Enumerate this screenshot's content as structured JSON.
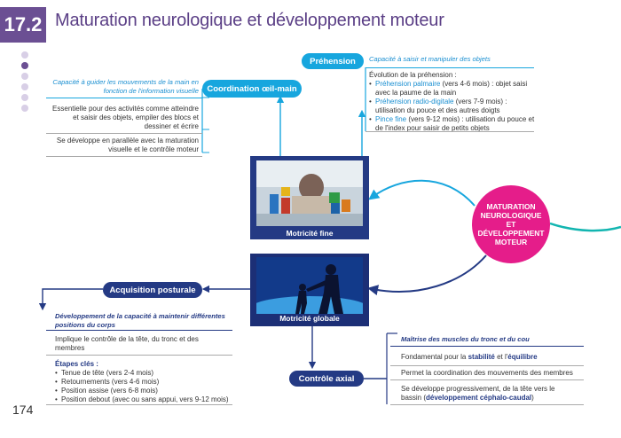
{
  "header": {
    "section_number": "17.2",
    "title": "Maturation neurologique et développement moteur"
  },
  "page_number": "174",
  "center_node": {
    "lines": [
      "MATURATION",
      "NEUROLOGIQUE",
      "ET",
      "DÉVELOPPEMENT",
      "MOTEUR"
    ]
  },
  "fine_motor": {
    "caption": "Motricité fine",
    "photo_icon": "child-stacking-blocks-photo"
  },
  "gross_motor": {
    "caption": "Motricité globale",
    "photo_icon": "adult-child-silhouette-photo"
  },
  "coordination": {
    "label": "Coordination œil-main",
    "subtitle": "Capacité à guider les mouvements de la main en fonction de l'information visuelle",
    "text1": "Essentielle pour des activités comme atteindre et saisir des objets, empiler des blocs et dessiner et écrire",
    "text2": "Se développe en parallèle avec la maturation visuelle et le contrôle moteur"
  },
  "prehension": {
    "label": "Préhension",
    "subtitle": "Capacité à saisir et manipuler des objets",
    "intro": "Évolution de la préhension :",
    "items": [
      {
        "term": "Préhension palmaire",
        "rest": " (vers 4-6 mois) : objet saisi avec la paume de la main"
      },
      {
        "term": "Préhension radio-digitale",
        "rest": " (vers 7-9 mois) : utilisation du pouce et des autres doigts"
      },
      {
        "term": "Pince fine",
        "rest": " (vers 9-12 mois) : utilisation du pouce et de l'index pour saisir de petits objets"
      }
    ]
  },
  "posture": {
    "label": "Acquisition posturale",
    "subtitle": "Développement de la capacité à maintenir différentes positions du corps",
    "text1": "Implique le contrôle de la tête, du tronc et des membres",
    "steps_title": "Étapes clés :",
    "steps": [
      "Tenue de tête (vers 2-4 mois)",
      "Retournements (vers 4-6 mois)",
      "Position assise (vers 6-8 mois)",
      "Position debout (avec ou sans appui, vers 9-12 mois)"
    ]
  },
  "axial": {
    "label": "Contrôle axial",
    "subtitle": "Maîtrise des muscles du tronc et du cou",
    "text1_pre": "Fondamental pour la ",
    "text1_a": "stabilité",
    "text1_mid": " et l'",
    "text1_b": "équilibre",
    "text2": "Permet la coordination des mouvements des membres",
    "text3_pre": "Se développe progressivement, de la tête vers le bassin (",
    "text3_hl": "développement céphalo-caudal",
    "text3_post": ")"
  },
  "colors": {
    "purple": "#6b4f93",
    "light_blue": "#17a6de",
    "navy": "#243a84",
    "magenta": "#e51d8a",
    "teal": "#12b5b0"
  }
}
